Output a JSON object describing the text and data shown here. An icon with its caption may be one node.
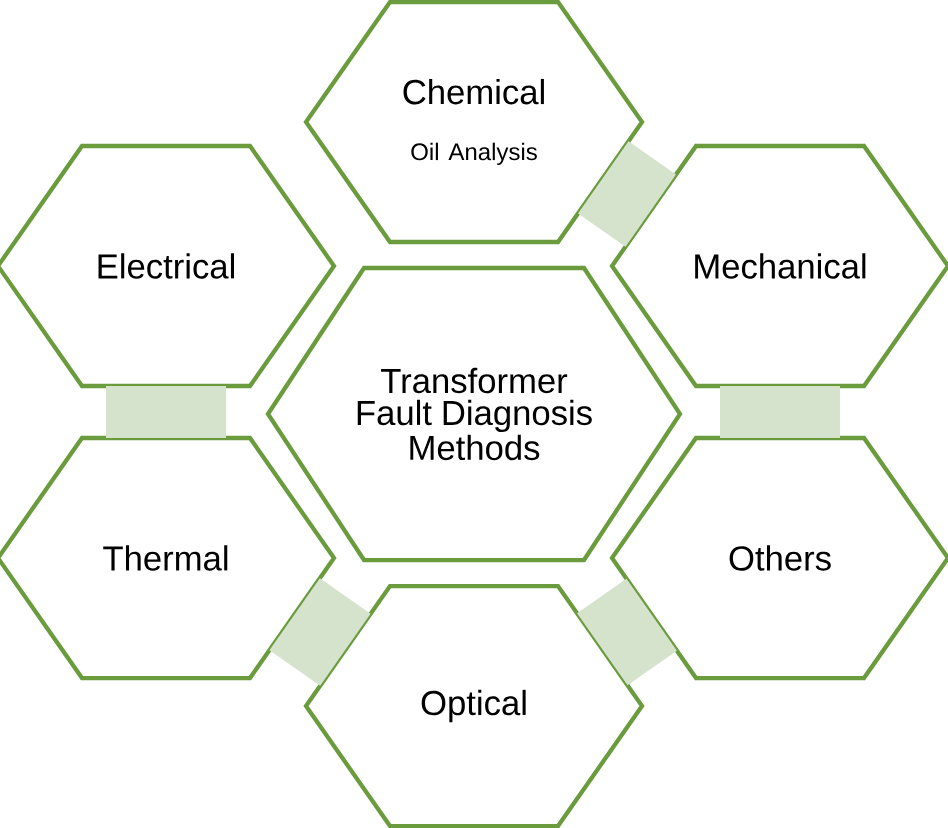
{
  "diagram": {
    "nodes": [
      {
        "text": [
          "Chemical",
          "Oil Analysis"
        ]
      },
      {
        "text": [
          "Electrical"
        ]
      },
      {
        "text": [
          "Mechanical"
        ]
      },
      {
        "text": [
          "Transformer Fault Diagnosis Methods"
        ]
      },
      {
        "text": [
          "Thermal"
        ]
      },
      {
        "text": [
          "Others"
        ]
      },
      {
        "text": [
          "Optical"
        ]
      }
    ],
    "edges": [
      {
        "from": 0,
        "to": 2,
        "arrow": "none"
      },
      {
        "from": 1,
        "to": 4,
        "arrow": "none"
      },
      {
        "from": 2,
        "to": 5,
        "arrow": "none"
      },
      {
        "from": 4,
        "to": 6,
        "arrow": "none"
      },
      {
        "from": 6,
        "to": 5,
        "arrow": "none"
      }
    ]
  }
}
